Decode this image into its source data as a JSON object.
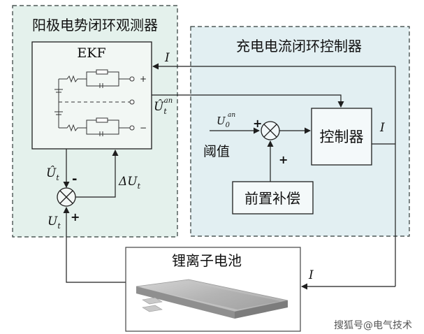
{
  "observer": {
    "title": "阳极电势闭环观测器",
    "ekf_label": "EKF",
    "uhat_an_label": "Û",
    "uhat_an_sub": "t",
    "uhat_an_sup": "an",
    "uhat_t_label": "Û",
    "uhat_t_sub": "t",
    "delta_u_label": "ΔU",
    "delta_u_sub": "t",
    "ut_label": "U",
    "ut_sub": "t",
    "minus_sign": "-",
    "plus_sign": "+",
    "port_plus": "+",
    "port_minus": "−"
  },
  "controller_region": {
    "title": "充电电流闭环控制器",
    "u0_label": "U",
    "u0_sub": "0",
    "u0_sup": "an",
    "threshold_label": "阈值",
    "controller_label": "控制器",
    "precomp_label": "前置补偿",
    "plus_sign_a": "+",
    "plus_sign_b": "+",
    "current_label": "I"
  },
  "current_feedback_label": "I",
  "battery_current_label": "I",
  "battery": {
    "title": "锂离子电池"
  },
  "watermark": "搜狐号@电气技术",
  "colors": {
    "observer_bg": "#e4f1ec",
    "controller_bg": "#e2eff2",
    "dash_border": "#2f3a38",
    "line": "#1e1e1e"
  }
}
